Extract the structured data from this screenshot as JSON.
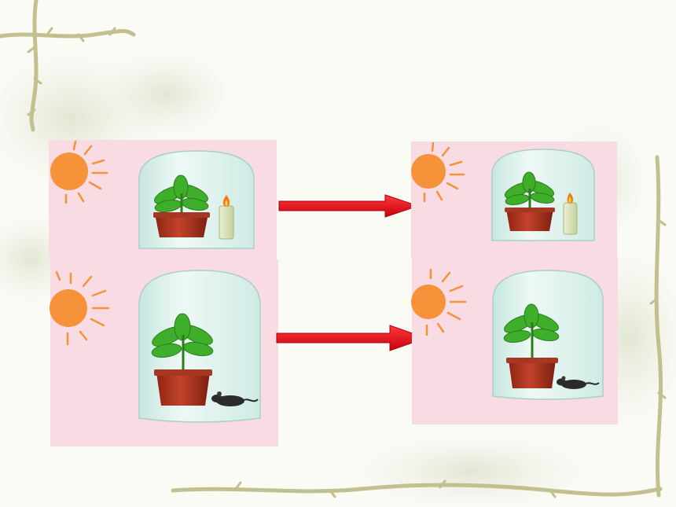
{
  "slide": {
    "background_color": "#fbfbf6",
    "panel_color": "#f8dbe3",
    "arrow_color": "#e8101c",
    "sun_color": "#f5923a",
    "bell_jar_color": "#dff2ee",
    "pot_color": "#b0341f",
    "leaf_color": "#3fae2a",
    "decoration": "vine-border-frame"
  },
  "experiments": [
    {
      "id": "plant-candle",
      "before": {
        "light": "sun-icon",
        "jar": "bell-jar-icon",
        "contents": [
          "potted-plant-icon",
          "lit-candle-icon"
        ]
      },
      "after": {
        "light": "sun-icon",
        "jar": "bell-jar-icon",
        "contents": [
          "potted-plant-icon",
          "lit-candle-icon"
        ]
      }
    },
    {
      "id": "plant-mouse",
      "before": {
        "light": "sun-icon",
        "jar": "bell-jar-icon",
        "contents": [
          "potted-plant-icon",
          "mouse-icon"
        ]
      },
      "after": {
        "light": "sun-icon",
        "jar": "bell-jar-icon",
        "contents": [
          "potted-plant-icon",
          "mouse-icon"
        ]
      }
    }
  ]
}
